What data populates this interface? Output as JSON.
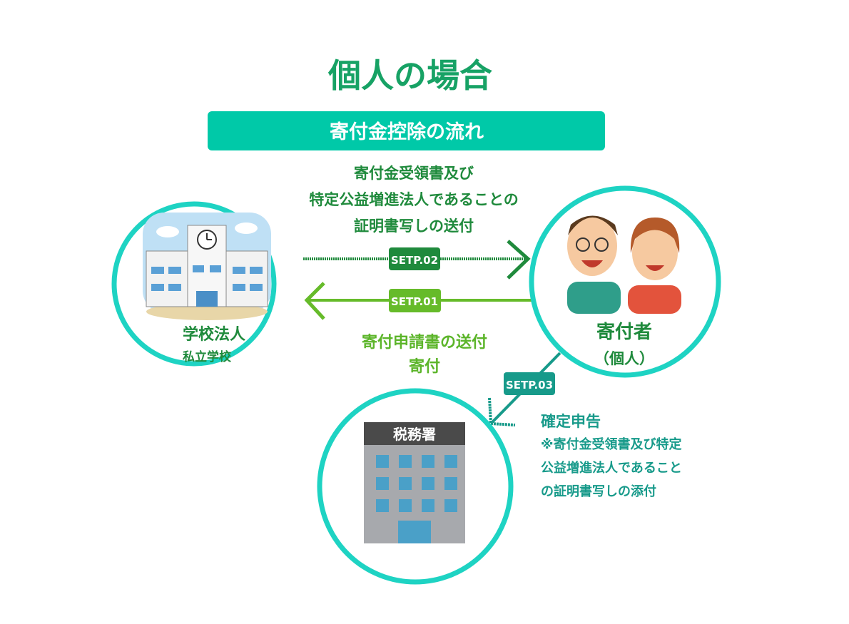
{
  "title": "個人の場合",
  "banner": "寄付金控除の流れ",
  "colors": {
    "title": "#17a265",
    "banner": "#00c9a8",
    "circle": "#1ed3c3",
    "step01": "#66bb2a",
    "step02": "#1f8a3c",
    "step03": "#179a8a"
  },
  "step02": {
    "badge": "SETP.02",
    "text_lines": [
      "寄付金受領書及び",
      "特定公益増進法人であることの",
      "証明書写しの送付"
    ]
  },
  "step01": {
    "badge": "SETP.01",
    "text_lines": [
      "寄付申請書の送付",
      "寄付"
    ]
  },
  "step03": {
    "badge": "SETP.03",
    "heading": "確定申告",
    "note_lines": [
      "※寄付金受領書及び特定",
      "公益増進法人であること",
      "の証明書写しの添付"
    ]
  },
  "school": {
    "label": "学校法人",
    "sublabel": "私立学校"
  },
  "donor": {
    "label": "寄付者",
    "sublabel": "（個人）"
  },
  "tax_office": {
    "sign": "税務署"
  }
}
